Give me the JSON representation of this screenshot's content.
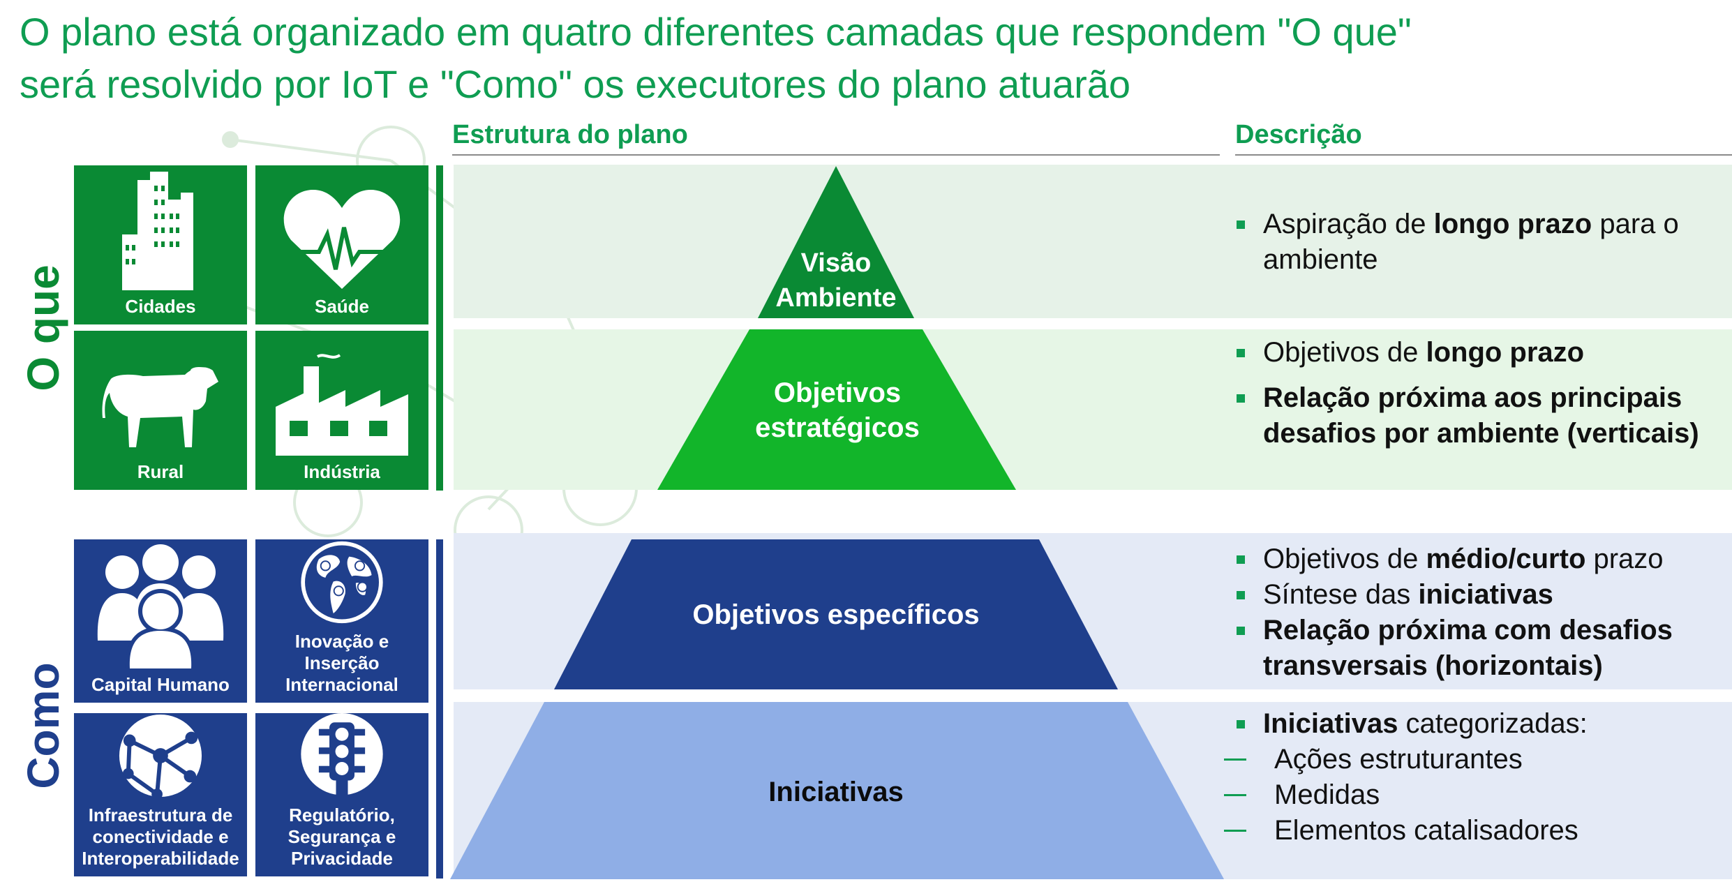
{
  "title": {
    "line1": "O plano está organizado em quatro diferentes camadas que respondem \"O que\"",
    "line2": "será resolvido por IoT e \"Como\" os executores do plano atuarão"
  },
  "headers": {
    "structure": "Estrutura do plano",
    "description": "Descrição"
  },
  "sides": {
    "what": "O que",
    "how": "Como"
  },
  "tiles_what": [
    {
      "label": "Cidades",
      "icon": "buildings-icon"
    },
    {
      "label": "Saúde",
      "icon": "heart-pulse-icon"
    },
    {
      "label": "Rural",
      "icon": "cow-icon"
    },
    {
      "label": "Indústria",
      "icon": "factory-icon"
    }
  ],
  "tiles_how": [
    {
      "label": "Capital Humano",
      "icon": "people-icon"
    },
    {
      "label": "Inovação e\nInserção\nInternacional",
      "icon": "globe-pins-icon"
    },
    {
      "label": "Infraestrutura de\nconectividade e\nInteroperabilidade",
      "icon": "network-globe-icon"
    },
    {
      "label": "Regulatório,\nSegurança e\nPrivacidade",
      "icon": "traffic-light-icon"
    }
  ],
  "pyramid": {
    "level1": "Visão\nAmbiente",
    "level2": "Objetivos\nestratégicos",
    "level3": "Objetivos específicos",
    "level4": "Iniciativas"
  },
  "descriptions": {
    "d1_a": "Aspiração de ",
    "d1_b": "longo prazo",
    "d1_c": " para o ambiente",
    "d2_a": "Objetivos de ",
    "d2_b": "longo prazo",
    "d2_c": "Relação próxima aos principais desafios por ambiente (verticais)",
    "d3_a": "Objetivos de ",
    "d3_b": "médio/curto",
    "d3_c": " prazo",
    "d3_d": "Síntese das ",
    "d3_e": "iniciativas",
    "d3_f": "Relação próxima com desafios transversais (horizontais)",
    "d4_a": "Iniciativas",
    "d4_b": " categorizadas:",
    "d4_sub1": "Ações estruturantes",
    "d4_sub2": "Medidas",
    "d4_sub3": "Elementos catalisadores"
  },
  "colors": {
    "green_title": "#0f9d52",
    "tile_green": "#0a8a34",
    "tile_blue": "#1f3f8c",
    "pyr_dark_green": "#0a8a34",
    "pyr_light_green": "#12b52a",
    "pyr_dark_blue": "#1f3f8c",
    "pyr_light_blue": "#8faee6"
  }
}
